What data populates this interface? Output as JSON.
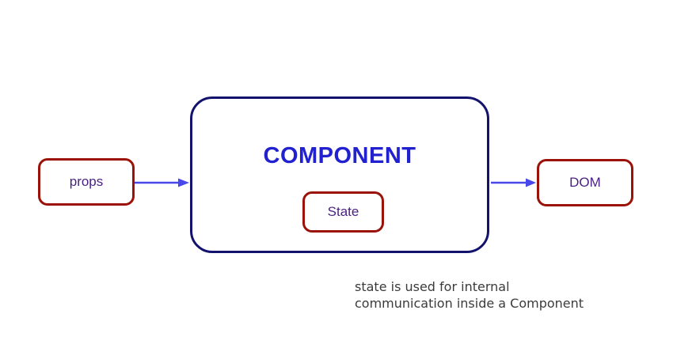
{
  "diagram": {
    "component_label": "COMPONENT",
    "props_label": "props",
    "state_label": "State",
    "dom_label": "DOM"
  },
  "caption": {
    "line1": "state is used for internal",
    "line2": "communication inside a Component"
  },
  "icons": {
    "arrow_props_to_component": "arrow-right",
    "arrow_component_to_dom": "arrow-right"
  },
  "colors": {
    "arrow": "#4848ea",
    "component_border": "#13136e",
    "component_title": "#2121cf",
    "small_box_border": "#9a1208",
    "small_box_label": "#4a1f82",
    "caption_text": "#3b3b3b",
    "background": "#ffffff"
  }
}
